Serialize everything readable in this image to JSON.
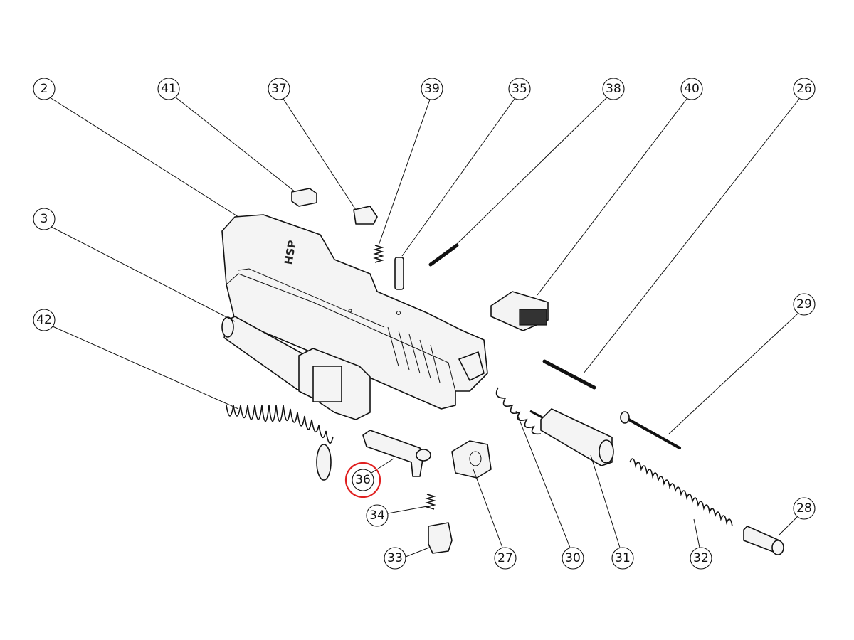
{
  "diagram": {
    "type": "exploded-parts-view",
    "highlight_color": "#e02020",
    "highlighted_callout": "36",
    "slide_marking": "HSP"
  },
  "callouts": {
    "c2": "2",
    "c41": "41",
    "c37": "37",
    "c39": "39",
    "c35": "35",
    "c38": "38",
    "c40": "40",
    "c26": "26",
    "c3": "3",
    "c29": "29",
    "c42": "42",
    "c36": "36",
    "c34": "34",
    "c33": "33",
    "c27": "27",
    "c30": "30",
    "c31": "31",
    "c32": "32",
    "c28": "28"
  }
}
